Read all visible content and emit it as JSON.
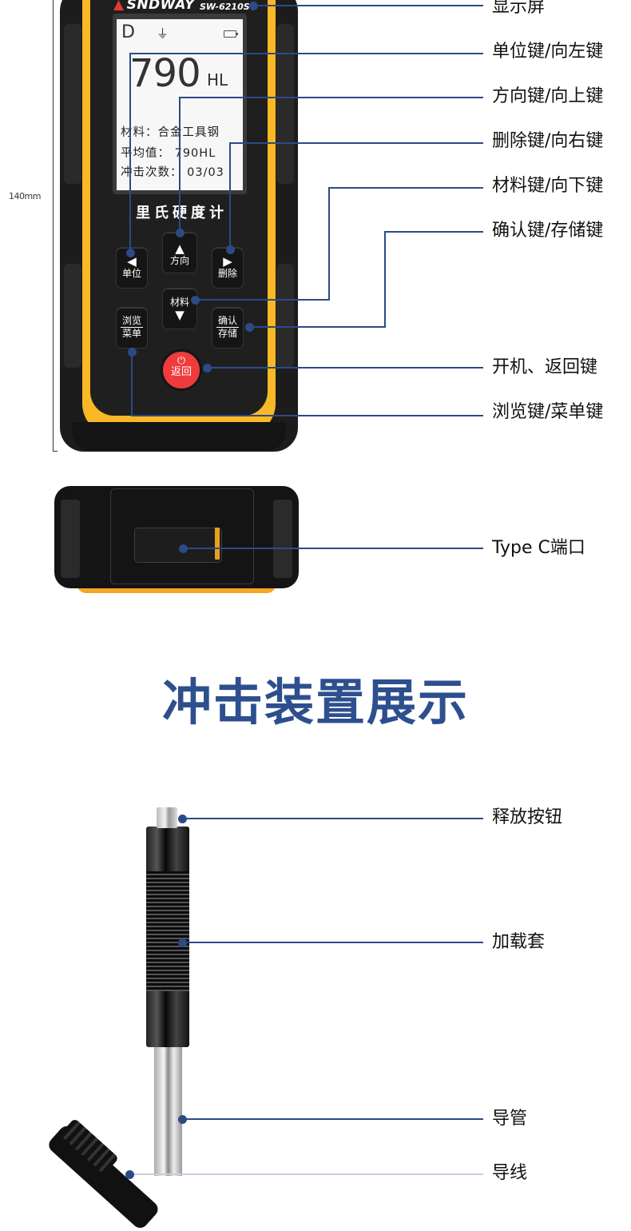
{
  "dimension": {
    "height_label": "140mm"
  },
  "device": {
    "brand": "SNDWAY",
    "model": "SW-6210S",
    "screen": {
      "direction_mode": "D",
      "direction_icon": "down-arrow-icon",
      "battery_icon": "battery-icon",
      "reading_value": "790",
      "reading_unit": "HL",
      "rows": [
        {
          "label": "材料：",
          "value": "合金工具钢"
        },
        {
          "label": "平均值：",
          "value": "790HL"
        },
        {
          "label": "冲击次数：",
          "value": "03/03"
        }
      ]
    },
    "product_name": "里氏硬度计",
    "buttons": {
      "left": {
        "symbol": "◀",
        "label": "单位"
      },
      "up": {
        "symbol": "▲",
        "label": "方向"
      },
      "right": {
        "symbol": "▶",
        "label": "删除"
      },
      "down": {
        "symbol": "▼",
        "label": "材料"
      },
      "browse": {
        "line1": "浏览",
        "line2": "菜单"
      },
      "confirm": {
        "line1": "确认",
        "line2": "存储"
      },
      "power": {
        "symbol": "⏻",
        "label": "返回"
      }
    }
  },
  "callouts": [
    {
      "label": "显示屏"
    },
    {
      "label": "单位键/向左键"
    },
    {
      "label": "方向键/向上键"
    },
    {
      "label": "删除键/向右键"
    },
    {
      "label": "材料键/向下键"
    },
    {
      "label": "确认键/存储键"
    },
    {
      "label": "开机、返回键"
    },
    {
      "label": "浏览键/菜单键"
    },
    {
      "label": "Type C端口"
    }
  ],
  "section": {
    "title": "冲击装置展示"
  },
  "probe_callouts": [
    {
      "label": "释放按钮"
    },
    {
      "label": "加载套"
    },
    {
      "label": "导管"
    },
    {
      "label": "导线"
    }
  ],
  "colors": {
    "accent": "#2c4a86",
    "device_yellow": "#f9b826",
    "power_red": "#ef3b3b",
    "heading_blue": "#2d4f8e"
  }
}
